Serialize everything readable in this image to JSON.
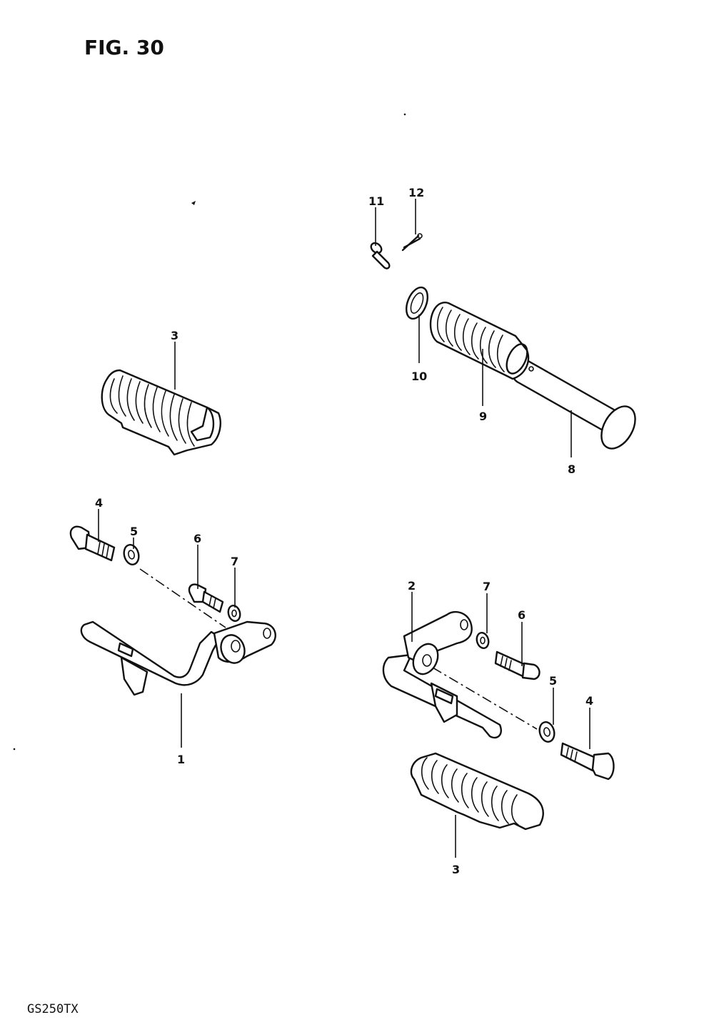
{
  "figure": {
    "title": "FIG. 30",
    "model_code": "GS250TX"
  },
  "callouts": {
    "p1": "1",
    "p2": "2",
    "p3_upper": "3",
    "p3_lower": "3",
    "p4_left": "4",
    "p4_right": "4",
    "p5_left": "5",
    "p5_right": "5",
    "p6_left": "6",
    "p6_right": "6",
    "p7_left": "7",
    "p7_right": "7",
    "p8": "8",
    "p9": "9",
    "p10": "10",
    "p11": "11",
    "p12": "12"
  }
}
